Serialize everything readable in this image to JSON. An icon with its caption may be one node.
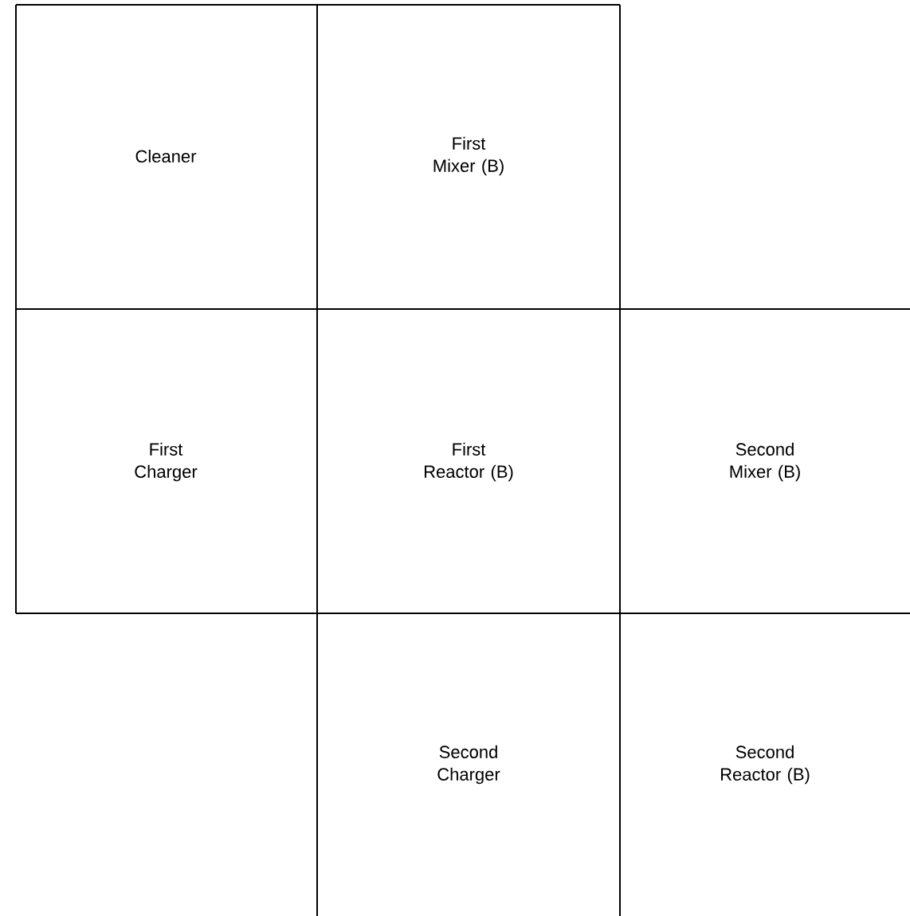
{
  "diagram": {
    "nodes": [
      {
        "text": [
          "Cleaner"
        ]
      },
      {
        "text": [
          "First Mixer (B)"
        ]
      },
      {
        "text": [
          "First Charger"
        ]
      },
      {
        "text": [
          "First Reactor (B)"
        ]
      },
      {
        "text": [
          "Second Mixer (B)"
        ]
      },
      {
        "text": [
          "Second Charger"
        ]
      },
      {
        "text": [
          "Second Reactor (B)"
        ]
      }
    ]
  }
}
